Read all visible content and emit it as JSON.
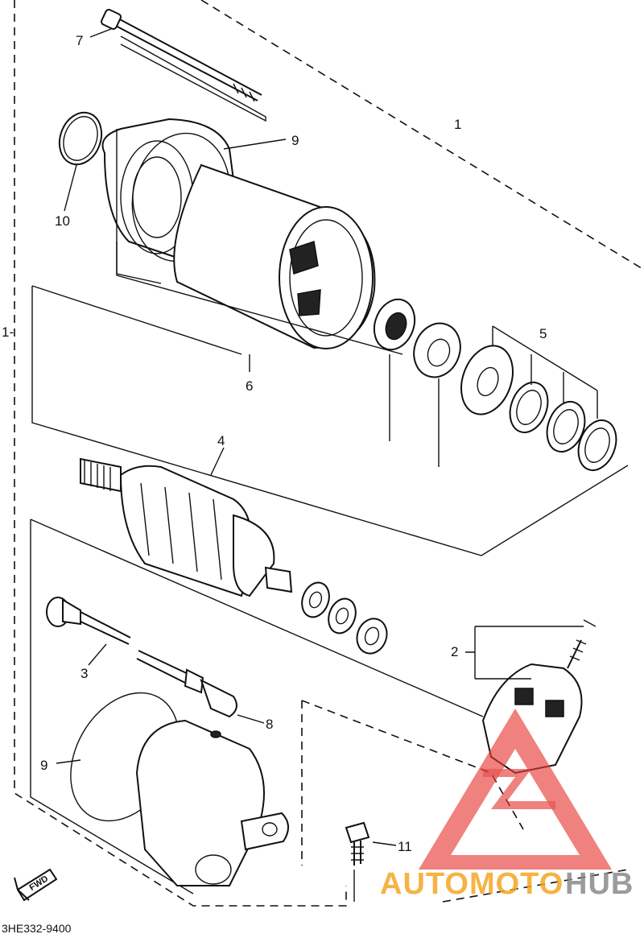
{
  "diagram": {
    "callouts": {
      "c7": "7",
      "c9_top": "9",
      "c10": "10",
      "c1_top": "1",
      "c1_left": "1-",
      "c6": "6",
      "c5": "5",
      "c4": "4",
      "c2": "2",
      "c3": "3",
      "c8": "8",
      "c9_bottom": "9",
      "c11": "11"
    },
    "part_code": "3HE332-9400",
    "direction_label": "FWD"
  },
  "watermark": {
    "text_orange": "AUTOMOTO",
    "text_gray": "HUB",
    "colors": {
      "orange": "#f5a623",
      "gray": "#8a8a8a",
      "red": "#e53935"
    }
  }
}
